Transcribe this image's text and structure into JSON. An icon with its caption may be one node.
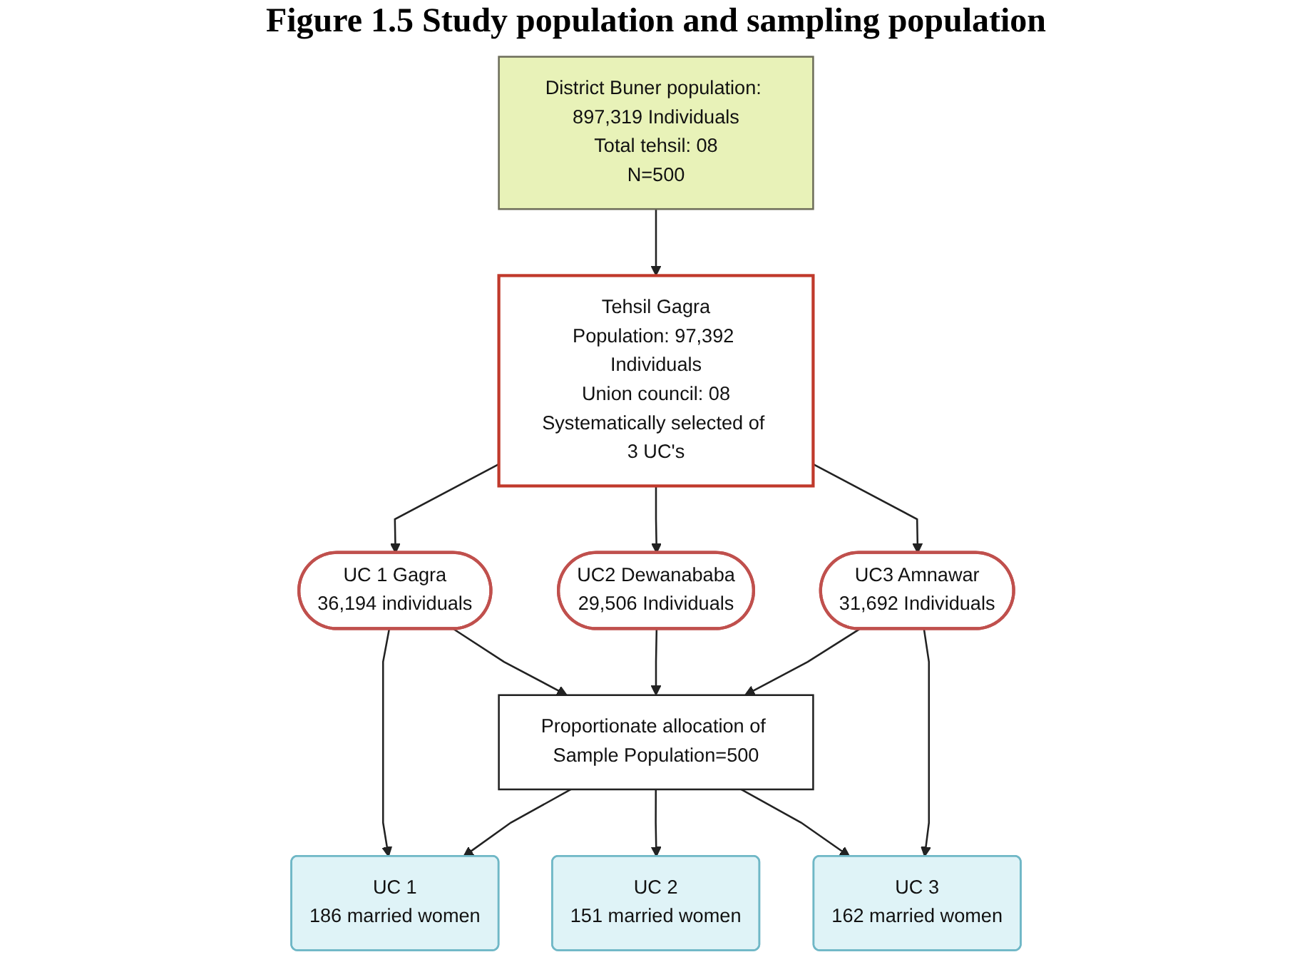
{
  "diagram": {
    "title": "Figure 1.5 Study population and sampling population",
    "nodes": [
      {
        "text": [
          "District Buner population: 897,319 Individuals",
          "Total tehsil: 08",
          "N=500"
        ]
      },
      {
        "text": [
          "Tehsil Gagra",
          "Population: 97,392 Individuals",
          "Union council: 08",
          "Systematically selected of 3 UC's"
        ]
      },
      {
        "text": [
          "UC 1 Gagra",
          "36,194 individuals"
        ]
      },
      {
        "text": [
          "UC2 Dewanababa",
          "29,506 Individuals"
        ]
      },
      {
        "text": [
          "UC3 Amnawar",
          "31,692 Individuals"
        ]
      },
      {
        "text": [
          "Proportionate allocation of Sample Population=500"
        ]
      },
      {
        "text": [
          "UC 1",
          "186 married women"
        ]
      },
      {
        "text": [
          "UC 2",
          "151 married women"
        ]
      },
      {
        "text": [
          "UC 3",
          "162 married women"
        ]
      }
    ],
    "edges": [
      {
        "from": 0,
        "to": 1,
        "arrow": "to"
      },
      {
        "from": 1,
        "to": 2,
        "arrow": "to"
      },
      {
        "from": 1,
        "to": 3,
        "arrow": "to"
      },
      {
        "from": 1,
        "to": 4,
        "arrow": "to"
      },
      {
        "from": 2,
        "to": 6,
        "arrow": "to"
      },
      {
        "from": 2,
        "to": 5,
        "arrow": "to"
      },
      {
        "from": 3,
        "to": 5,
        "arrow": "to"
      },
      {
        "from": 4,
        "to": 5,
        "arrow": "to"
      },
      {
        "from": 4,
        "to": 8,
        "arrow": "to"
      },
      {
        "from": 5,
        "to": 6,
        "arrow": "to"
      },
      {
        "from": 5,
        "to": 7,
        "arrow": "to"
      },
      {
        "from": 5,
        "to": 8,
        "arrow": "to"
      }
    ]
  }
}
